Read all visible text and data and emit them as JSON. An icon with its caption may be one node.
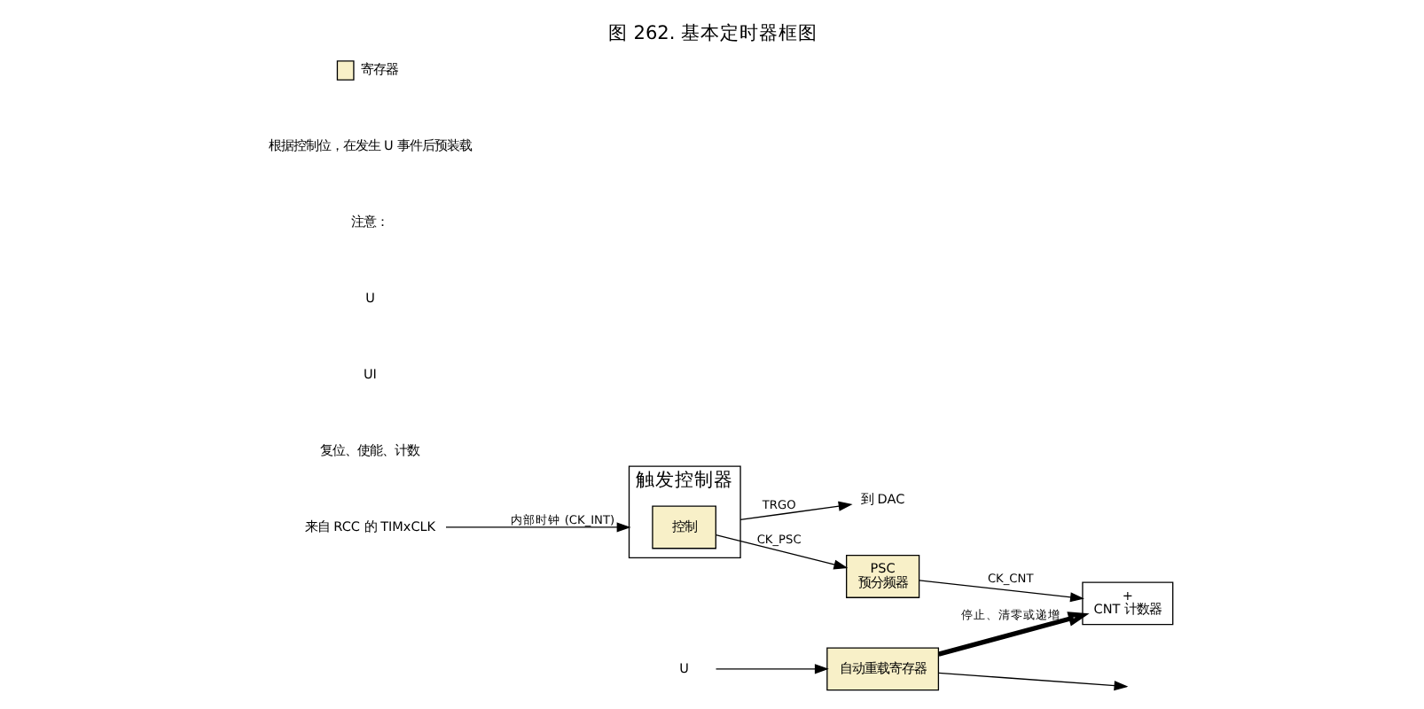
{
  "diagram": {
    "title": "图 262. 基本定时器框图",
    "nodes": [
      {
        "text": [
          "来自 RCC 的 TIMxCLK"
        ]
      },
      {
        "text": [
          "触发控制器"
        ]
      },
      {
        "text": [
          "控制"
        ],
        "in": 1
      },
      {
        "text": [
          "到 DAC"
        ]
      },
      {
        "text": [
          "PSC",
          "预分频器"
        ]
      },
      {
        "text": [
          "自动重载寄存器"
        ]
      },
      {
        "text": [
          "+",
          "CNT 计数器"
        ]
      },
      {
        "text": [
          "U"
        ]
      }
    ],
    "edges": [
      {
        "from": 0,
        "to": 1,
        "arrow": "to",
        "label": "内部时钟 (CK_INT)"
      },
      {
        "from": 1,
        "to": 3,
        "arrow": "to",
        "label": "TRGO"
      },
      {
        "from": 2,
        "to": 4,
        "arrow": "to",
        "label": "CK_PSC"
      },
      {
        "from": 4,
        "to": 6,
        "arrow": "to",
        "label": "CK_CNT"
      },
      {
        "from": 5,
        "to": 6,
        "arrow": "to",
        "label": "停止、清零或递增",
        "style": "thick"
      },
      {
        "from": 7,
        "to": 5,
        "arrow": "to"
      },
      {
        "from": 5,
        "to": null,
        "arrow": "to"
      }
    ],
    "labels": [
      "复位、使能、计数",
      "UI",
      "U",
      "注意：",
      "根据控制位，在发生 U 事件后预装载"
    ],
    "legend": [
      {
        "text": "寄存器",
        "color": "#f8f0c8"
      }
    ]
  }
}
